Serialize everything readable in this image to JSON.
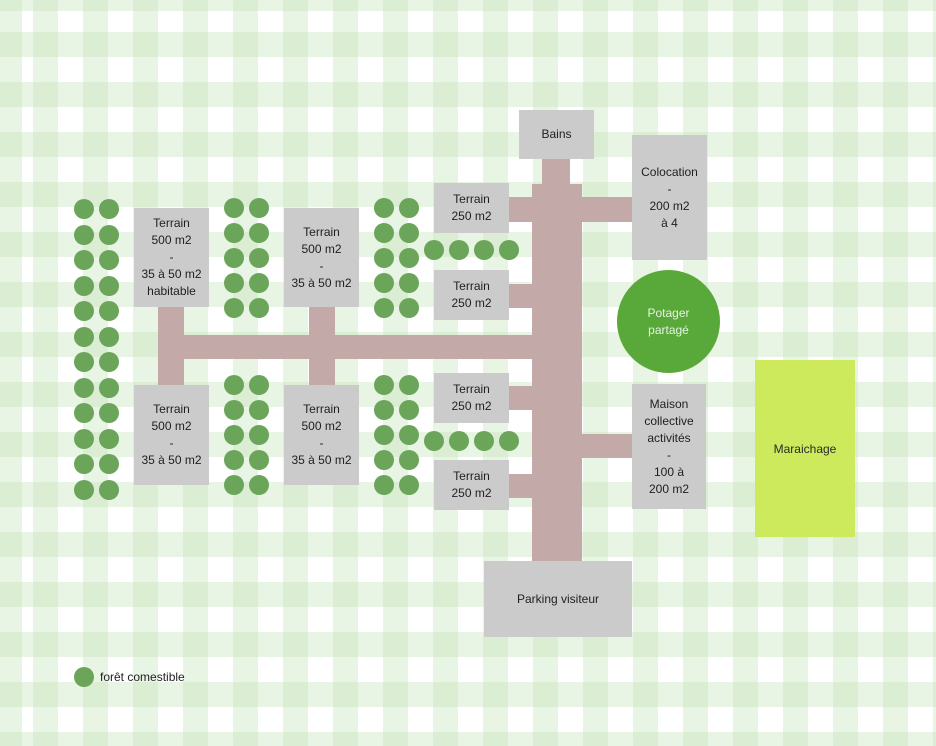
{
  "lots": {
    "nw": [
      "Terrain",
      "500 m2",
      "-",
      "35 à 50 m2",
      "habitable"
    ],
    "n2": [
      "Terrain",
      "500 m2",
      "-",
      "35 à 50 m2"
    ],
    "sw": [
      "Terrain",
      "500 m2",
      "-",
      "35 à 50 m2"
    ],
    "s2": [
      "Terrain",
      "500 m2",
      "-",
      "35 à 50 m2"
    ],
    "small1": [
      "Terrain",
      "250 m2"
    ],
    "small2": [
      "Terrain",
      "250 m2"
    ],
    "small3": [
      "Terrain",
      "250 m2"
    ],
    "small4": [
      "Terrain",
      "250 m2"
    ],
    "bains": [
      "Bains"
    ],
    "colocation": [
      "Colocation",
      "-",
      "200 m2",
      "à 4"
    ],
    "maison": [
      "Maison",
      "collective",
      "activités",
      "-",
      "100 à",
      "200 m2"
    ],
    "parking": [
      "Parking visiteur"
    ]
  },
  "potager": [
    "Potager",
    "partagé"
  ],
  "maraichage": "Maraichage",
  "legend": {
    "label": "forêt comestible"
  },
  "colors": {
    "road": "#c3aaa9",
    "lot": "#cbcbcb",
    "tree": "#6aa55a",
    "potager": "#59a83a",
    "maraichage": "#cdea5c"
  }
}
